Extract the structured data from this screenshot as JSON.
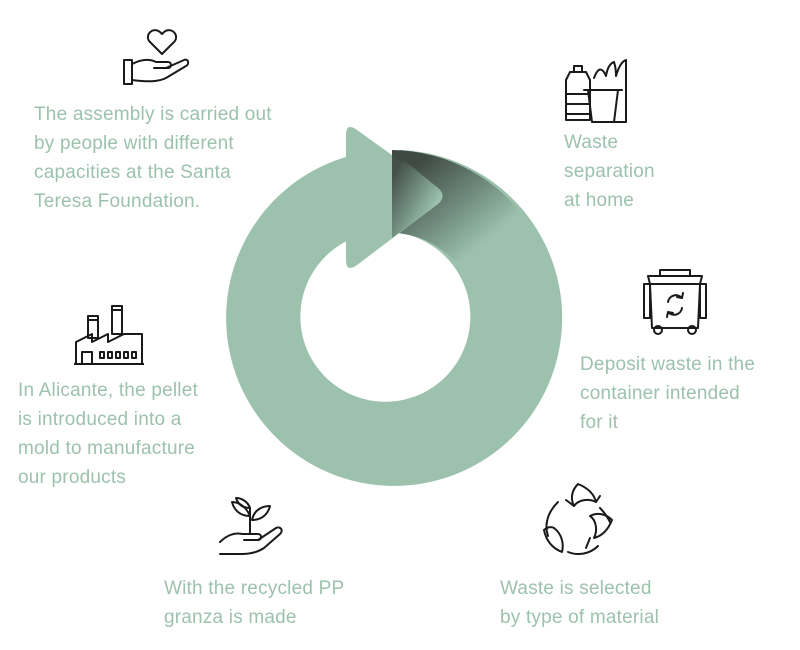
{
  "accent_color": "#9cc2ad",
  "arrow_gradient_dark": "#3f4a44",
  "icon_color": "#1a1a1a",
  "cycle_steps": [
    {
      "icon": "bags-and-bin-icon",
      "lines": [
        "Waste",
        "separation",
        "at home"
      ]
    },
    {
      "icon": "recycling-container-icon",
      "lines": [
        "Deposit waste in the",
        "container intended",
        "for it"
      ]
    },
    {
      "icon": "recycle-leaves-icon",
      "lines": [
        "Waste is selected",
        "by type of material"
      ]
    },
    {
      "icon": "hand-sprout-icon",
      "lines": [
        "With the recycled PP",
        "granza is made"
      ]
    },
    {
      "icon": "factory-icon",
      "lines": [
        "In Alicante, the pellet",
        "is introduced into a",
        "mold to manufacture",
        "our products"
      ]
    },
    {
      "icon": "hand-heart-icon",
      "lines": [
        "The assembly is carried out",
        "by people with different",
        "capacities at the Santa",
        "Teresa Foundation."
      ]
    }
  ]
}
